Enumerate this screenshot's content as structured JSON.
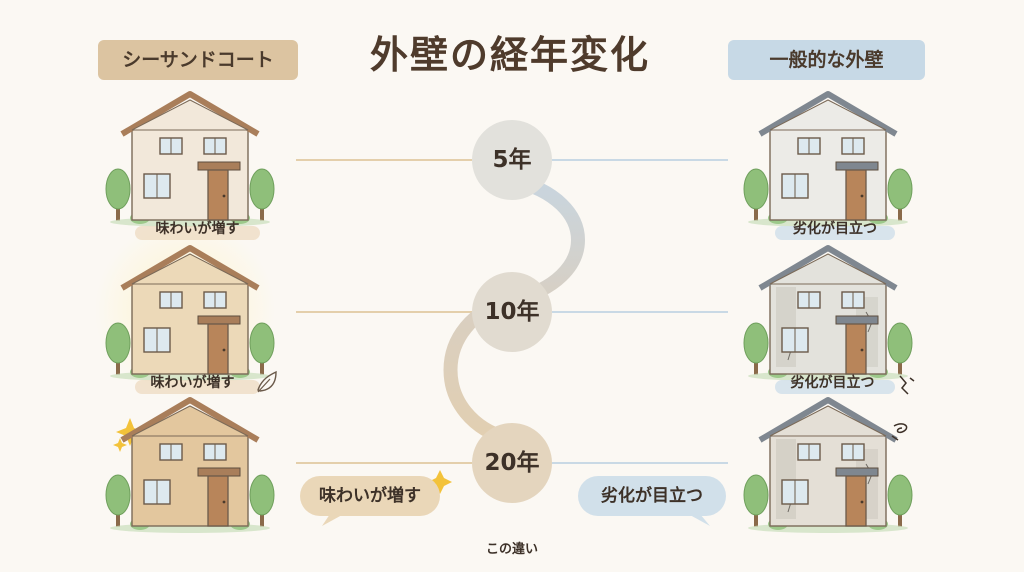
{
  "title": "外壁の経年変化",
  "left_tag": "シーサンドコート",
  "right_tag": "一般的な外壁",
  "years": [
    "5年",
    "10年",
    "20年"
  ],
  "left_labels": [
    "味わいが増す",
    "味わいが増す",
    "味わいが増す"
  ],
  "right_labels": [
    "劣化が目立つ",
    "劣化が目立つ",
    "劣化が目立つ"
  ],
  "footer": "この違い",
  "colors": {
    "warm": "#dcc4a1",
    "cool": "#c7d9e6",
    "text": "#4a3a2c"
  }
}
